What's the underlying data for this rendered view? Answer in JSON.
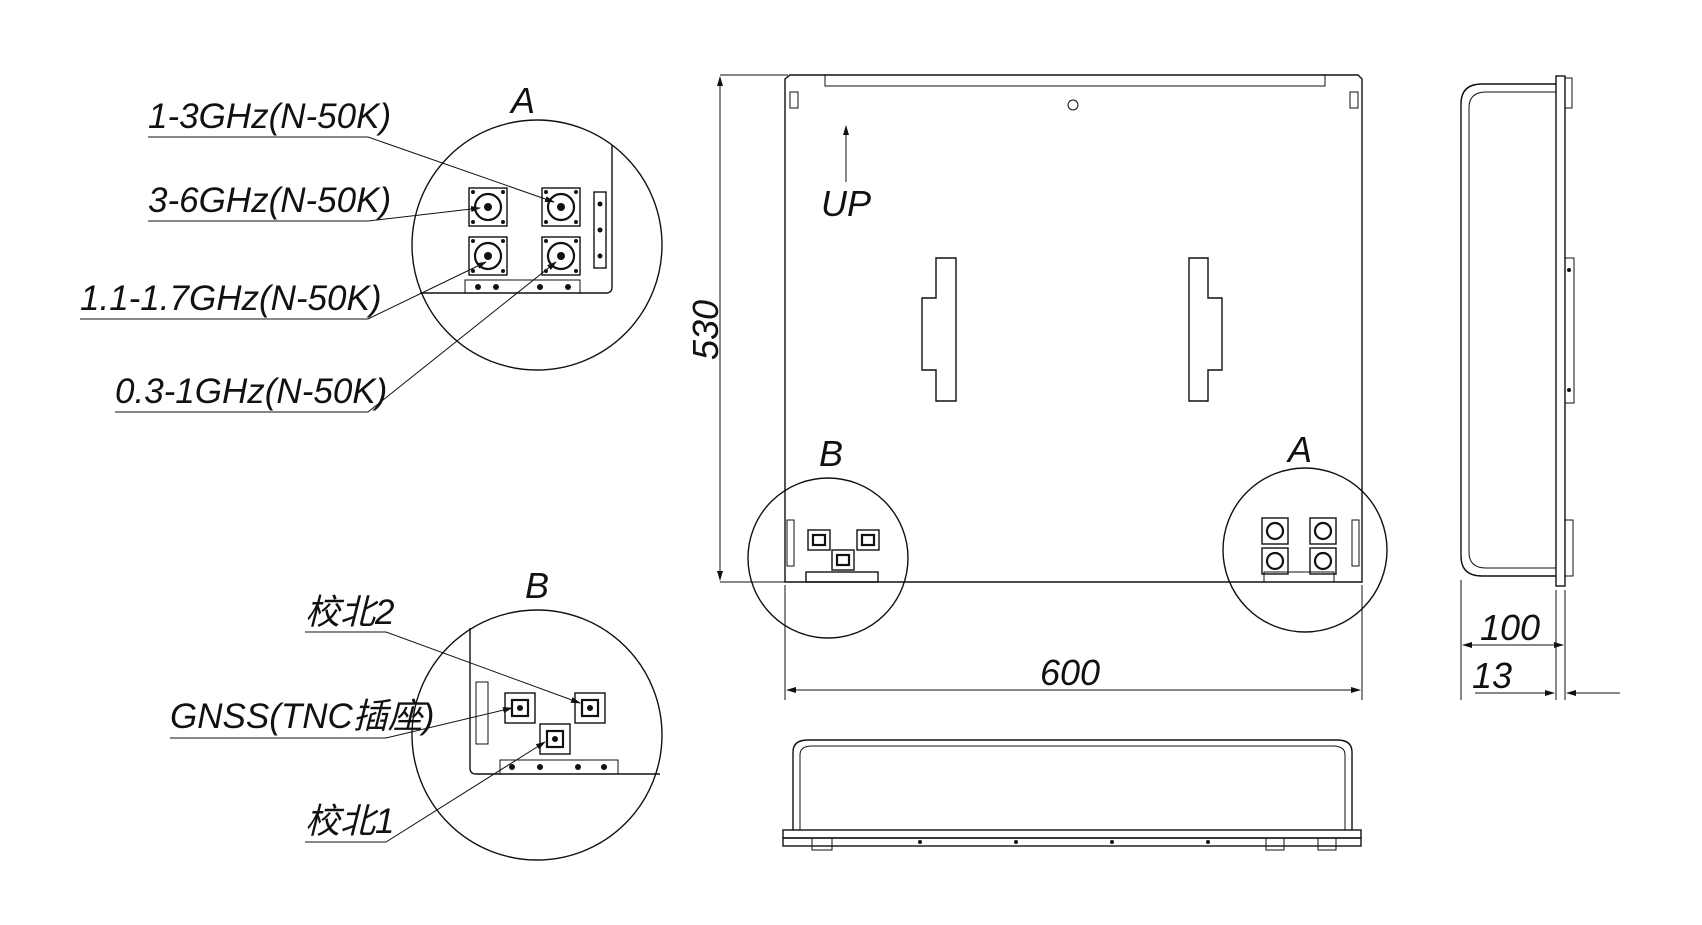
{
  "detail_a": {
    "letter": "A",
    "labels": [
      "1-3GHz(N-50K)",
      "3-6GHz(N-50K)",
      "1.1-1.7GHz(N-50K)",
      "0.3-1GHz(N-50K)"
    ]
  },
  "detail_b": {
    "letter": "B",
    "labels": [
      "校北2",
      "GNSS(TNC插座)",
      "校北1"
    ]
  },
  "front_view": {
    "up_label": "UP",
    "marker_a": "A",
    "marker_b": "B",
    "height_dim": "530",
    "width_dim": "600"
  },
  "side_view": {
    "depth_dim": "100",
    "flange_dim": "13"
  },
  "colors": {
    "line": "#111111",
    "background": "#ffffff"
  }
}
